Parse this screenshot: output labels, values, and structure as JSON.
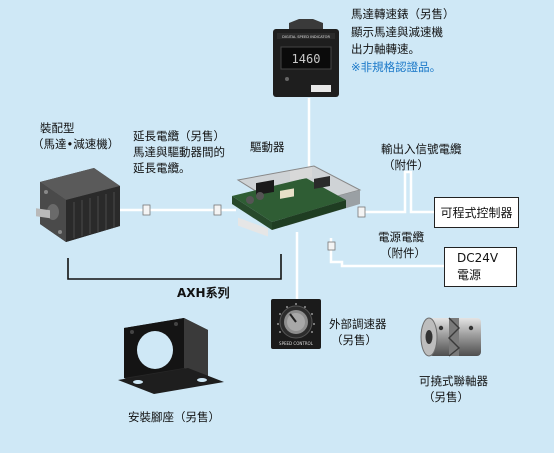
{
  "tachometer": {
    "lines": [
      "馬達轉速錶（另售）",
      "顯示馬達與減速機",
      "出力軸轉速。"
    ],
    "note": "※非規格認證品。",
    "panel_title": "DIGITAL SPEED INDICATOR",
    "display_value": "1460"
  },
  "motor": {
    "line1": "裝配型",
    "line2": "（馬達•減速機）"
  },
  "extension_cable": {
    "line1": "延長電纜（另售）",
    "line2": "馬達與驅動器間的",
    "line3": "延長電纜。"
  },
  "driver": {
    "label": "驅動器"
  },
  "io_cable": {
    "line1": "輸出入信號電纜",
    "line2": "（附件）"
  },
  "plc": {
    "label": "可程式控制器"
  },
  "power_cable": {
    "line1": "電源電纜",
    "line2": "（附件）"
  },
  "power_supply": {
    "line1": "DC24V",
    "line2": "電源"
  },
  "series": {
    "label": "AXH系列"
  },
  "speed_setter": {
    "line1": "外部調速器",
    "line2": "（另售）",
    "dial_text": "SPEED CONTROL"
  },
  "mount": {
    "label": "安裝腳座（另售）"
  },
  "coupling": {
    "line1": "可撓式聯軸器",
    "line2": "（另售）"
  },
  "colors": {
    "background": "#cfe8f6",
    "note": "#1a78c8",
    "wire": "#ffffff"
  }
}
